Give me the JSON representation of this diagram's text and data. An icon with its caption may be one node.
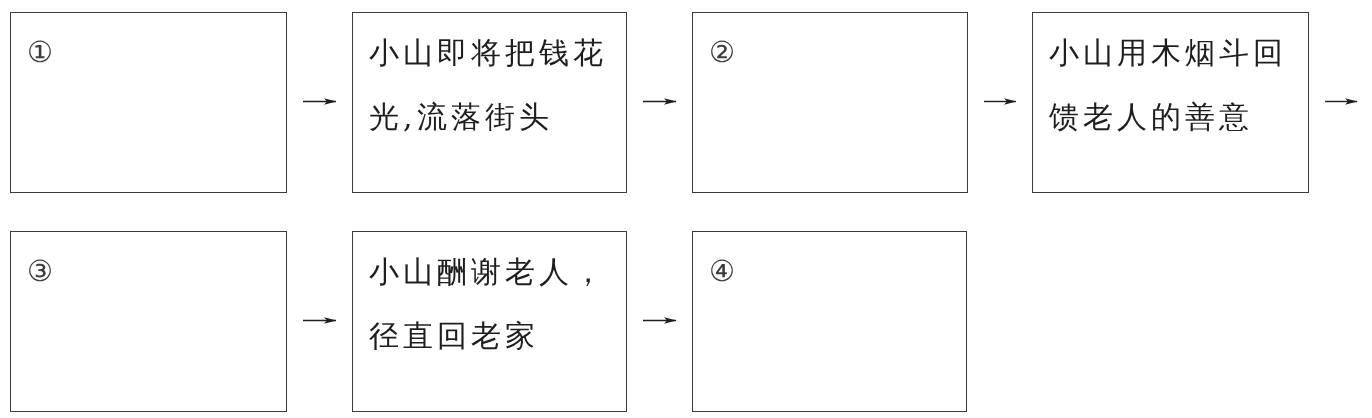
{
  "diagram": {
    "nodes": [
      {
        "text": [
          "①"
        ]
      },
      {
        "text": [
          "小山即将把钱花光,流落街头"
        ]
      },
      {
        "text": [
          "②"
        ]
      },
      {
        "text": [
          "小山用木烟斗回馈老人的善意"
        ]
      },
      {
        "text": [
          "③"
        ]
      },
      {
        "text": [
          "小山酬谢老人，径直回老家"
        ]
      },
      {
        "text": [
          "④"
        ]
      }
    ],
    "edges": [
      {
        "from": 0,
        "to": 1,
        "arrow": "to"
      },
      {
        "from": 1,
        "to": 2,
        "arrow": "to"
      },
      {
        "from": 2,
        "to": 3,
        "arrow": "to"
      },
      {
        "from": 3,
        "to": null,
        "arrow": "to"
      },
      {
        "from": 4,
        "to": 5,
        "arrow": "to"
      },
      {
        "from": 5,
        "to": 6,
        "arrow": "to"
      }
    ]
  }
}
